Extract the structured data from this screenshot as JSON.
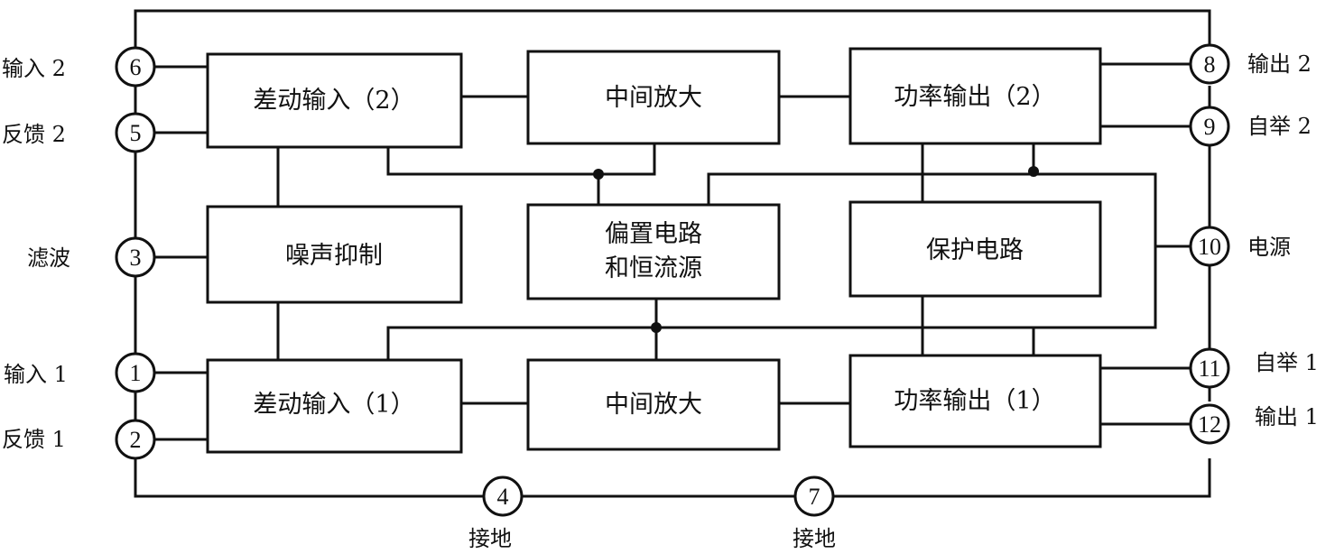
{
  "blocks": {
    "diff_in_2": "差动输入（2）",
    "mid_amp_top": "中间放大",
    "power_out_2": "功率输出（2）",
    "noise": "噪声抑制",
    "bias_l1": "偏置电路",
    "bias_l2": "和恒流源",
    "protect": "保护电路",
    "diff_in_1": "差动输入（1）",
    "mid_amp_bot": "中间放大",
    "power_out_1": "功率输出（1）"
  },
  "pins": {
    "p6": {
      "num": "6",
      "label": "输入 2"
    },
    "p5": {
      "num": "5",
      "label": "反馈 2"
    },
    "p3": {
      "num": "3",
      "label": "滤波"
    },
    "p1": {
      "num": "1",
      "label": "输入 1"
    },
    "p2": {
      "num": "2",
      "label": "反馈 1"
    },
    "p8": {
      "num": "8",
      "label": "输出 2"
    },
    "p9": {
      "num": "9",
      "label": "自举 2"
    },
    "p10": {
      "num": "10",
      "label": "电源"
    },
    "p11": {
      "num": "11",
      "label": "自举 1"
    },
    "p12": {
      "num": "12",
      "label": "输出 1"
    },
    "p4": {
      "num": "4",
      "label": "接地"
    },
    "p7": {
      "num": "7",
      "label": "接地"
    }
  }
}
